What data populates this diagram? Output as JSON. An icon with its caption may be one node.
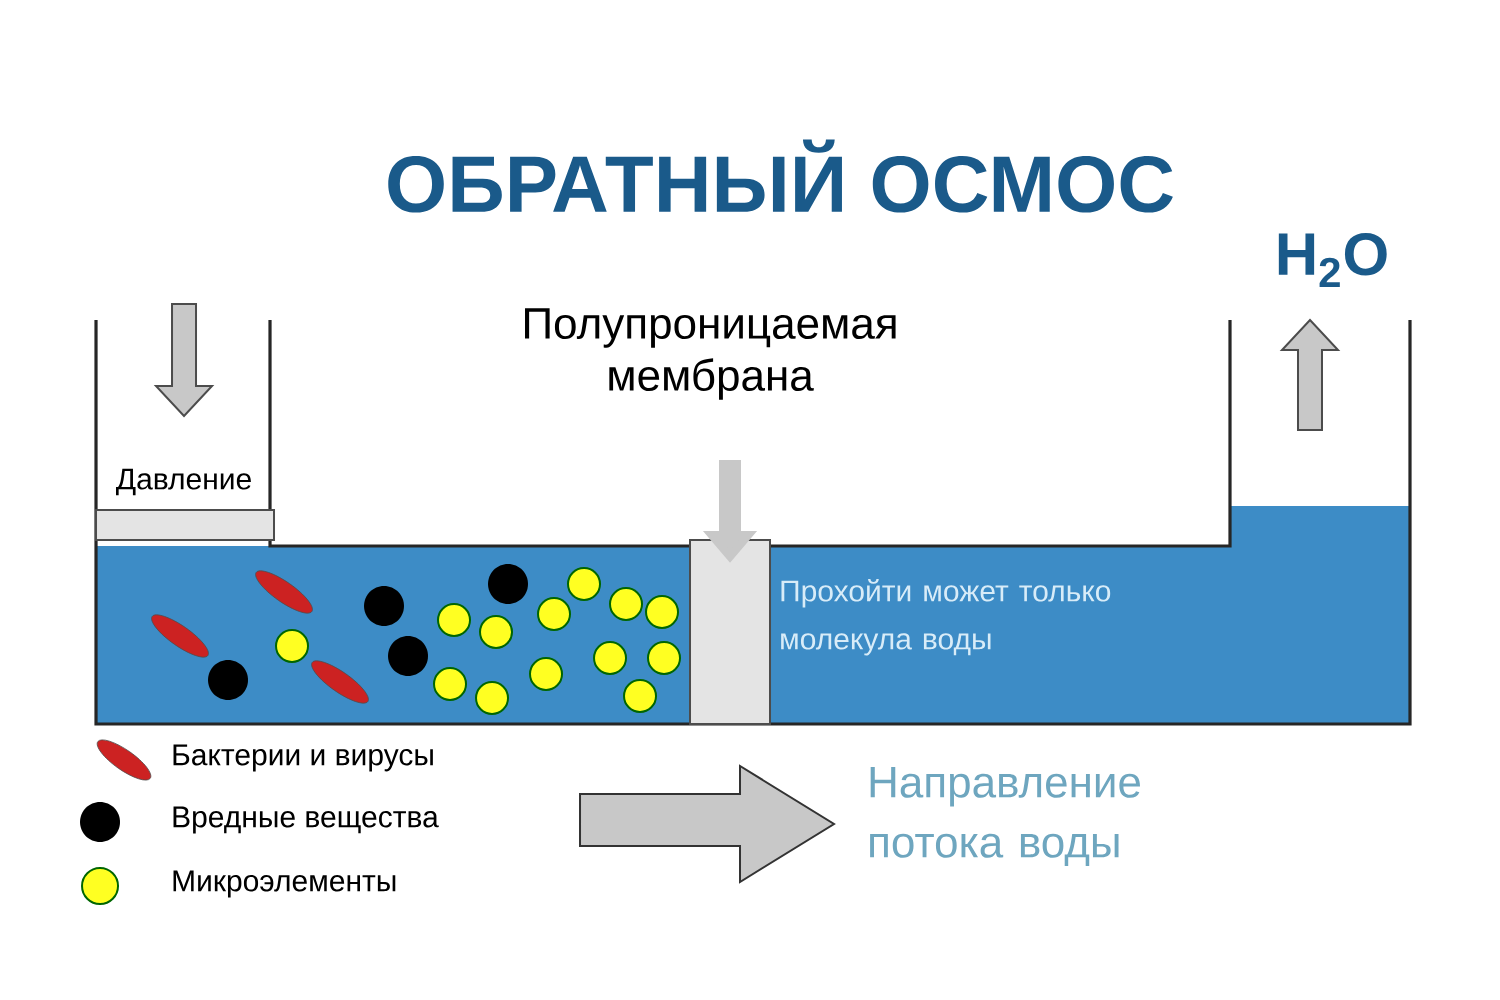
{
  "diagram": {
    "title": "ОБРАТНЫЙ ОСМОС",
    "nodes": [
      {
        "text": [
          "Полупроницаемая мембрана"
        ]
      },
      {
        "text": [],
        "shape": "box"
      }
    ],
    "edges": [
      {
        "from": 0,
        "to": 1,
        "arrow": "to"
      }
    ],
    "labels": [
      "H$_{2}$O",
      "Давление",
      "Прохойти может только молекула воды",
      "Направление потока воды"
    ],
    "legend": [
      {
        "text": "Бактерии и вирусы",
        "color": "#cc2222"
      },
      {
        "text": "Вредные вещества",
        "color": "#000000"
      },
      {
        "text": "Микроэлементы",
        "color": "#ffff22"
      }
    ]
  }
}
